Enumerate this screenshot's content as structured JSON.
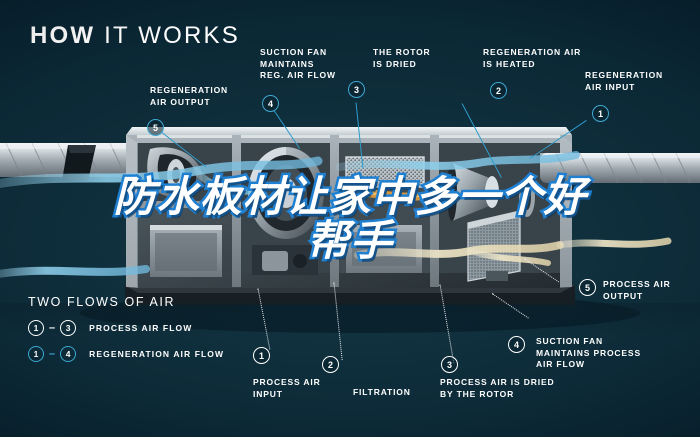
{
  "header": {
    "title_bold": "HOW",
    "title_light": "IT WORKS"
  },
  "overlay": {
    "line1": "防水板材让家中多一个好",
    "line2": "帮手",
    "text_color": "#ffffff",
    "stroke_color": "#1f7fd0"
  },
  "colors": {
    "background_dark": "#07212e",
    "background_mid": "#12303c",
    "accent_cyan": "#3fa9d4",
    "marker_white": "#ffffff",
    "airflow_blue": "#7fc4e4",
    "heat_orange": "#e8a23c"
  },
  "callouts": [
    {
      "id": "regeneration-air-output",
      "marker": "5",
      "marker_style": "cyan",
      "text": "REGENERATION\nAIR OUTPUT"
    },
    {
      "id": "suction-fan-reg",
      "marker": "4",
      "marker_style": "cyan",
      "text": "SUCTION FAN\nMAINTAINS\nREG. AIR FLOW"
    },
    {
      "id": "the-rotor-is-dried",
      "marker": "3",
      "marker_style": "cyan",
      "text": "THE ROTOR\nIS DRIED"
    },
    {
      "id": "regeneration-air-is-heated",
      "marker": "2",
      "marker_style": "cyan",
      "text": "REGENERATION AIR\nIS HEATED"
    },
    {
      "id": "regeneration-air-input",
      "marker": "1",
      "marker_style": "cyan",
      "text": "REGENERATION\nAIR INPUT"
    },
    {
      "id": "process-air-output",
      "marker": "5",
      "marker_style": "white",
      "text": "PROCESS AIR\nOUTPUT"
    },
    {
      "id": "suction-fan-process",
      "marker": "4",
      "marker_style": "white",
      "text": "SUCTION FAN\nMAINTAINS PROCESS\nAIR FLOW"
    },
    {
      "id": "process-air-input",
      "marker": "1",
      "marker_style": "white",
      "text": "PROCESS AIR\nINPUT"
    },
    {
      "id": "filtration",
      "marker": "2",
      "marker_style": "white",
      "text": "FILTRATION"
    },
    {
      "id": "process-air-dried",
      "marker": "3",
      "marker_style": "white",
      "text": "PROCESS AIR IS DRIED\nBY THE ROTOR"
    }
  ],
  "legend": {
    "title": "TWO FLOWS OF AIR",
    "rows": [
      {
        "from": "1",
        "dash": "–",
        "to": "3",
        "label": "PROCESS AIR FLOW",
        "style": "white"
      },
      {
        "from": "1",
        "dash": "–",
        "to": "4",
        "label": "REGENERATION AIR FLOW",
        "style": "cyan"
      }
    ]
  }
}
